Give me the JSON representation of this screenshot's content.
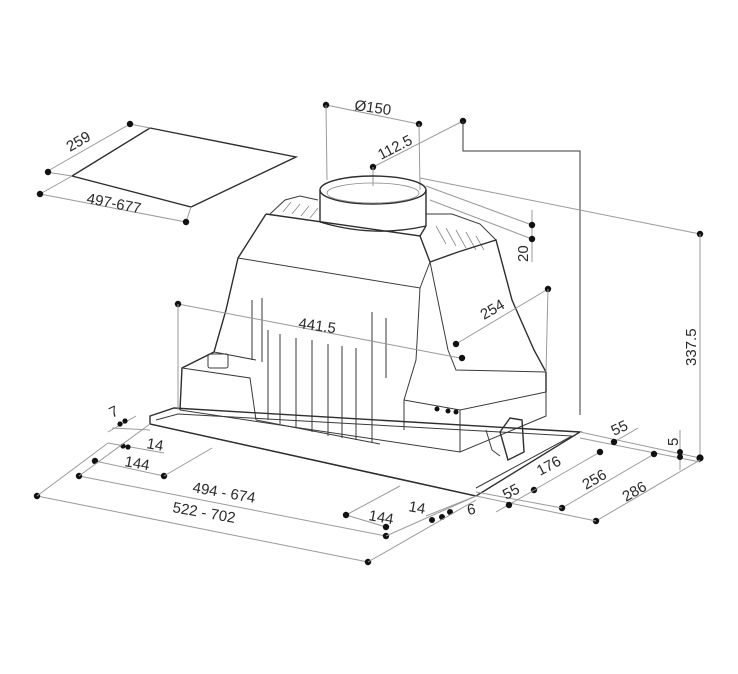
{
  "diagram": {
    "type": "technical-dimension-drawing",
    "subject": "built-in range hood insert",
    "units": "mm",
    "cutout_panel": {
      "depth_label": "259",
      "width_label": "497-677"
    },
    "top": {
      "duct_diameter_label": "Ø150",
      "duct_offset_label": "112.5",
      "top_step_label": "20"
    },
    "body": {
      "length_label": "441.5",
      "depth_label": "254",
      "height_label": "337.5"
    },
    "right_side": {
      "d55_top_label": "55",
      "d5_label": "5",
      "d176_label": "176",
      "d256_label": "256",
      "d286_label": "286",
      "d55_bottom_label": "55",
      "d6_label": "6",
      "d14_label": "14",
      "d144_label": "144"
    },
    "left_side": {
      "d7_label": "7",
      "d14_label": "14",
      "d144_label": "144",
      "inner_width_label": "494 - 674",
      "outer_width_label": "522 - 702"
    }
  }
}
